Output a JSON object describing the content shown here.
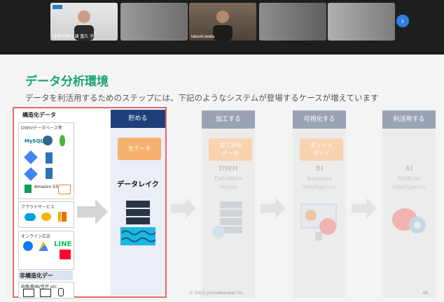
{
  "meeting": {
    "tiles": [
      {
        "name": "技術評論社 諸 富久 子"
      },
      {
        "name": ""
      },
      {
        "name": "takumi.iwata"
      },
      {
        "name": ""
      },
      {
        "name": ""
      }
    ],
    "next_label": "›"
  },
  "slide": {
    "title": "データ分析環境",
    "subtitle": "データを利活用するためのステップには、下記のようなシステムが登場するケースが増えています",
    "sources": {
      "structured_label": "構造化データ",
      "db_label": "DWH/データベース等",
      "cloud_label": "クラウドサービス",
      "ads_label": "オンライン広告",
      "unstructured_label": "非構造化デー",
      "media_label": "画像/動画/音声 etc",
      "mysql": "MySQL",
      "amazon_s3": "Amazon S3",
      "line": "LINE"
    },
    "columns": [
      {
        "head": "貯める",
        "box": "生データ",
        "name": "データレイク",
        "desc": ""
      },
      {
        "head": "加工する",
        "box": "加工済み\nデータ",
        "name": "DWH",
        "desc": "DataWare\nHouse"
      },
      {
        "head": "可視化する",
        "box": "ダッシュ\nボード",
        "name": "BI",
        "desc": "Business\nIntelligence"
      },
      {
        "head": "利活用する",
        "box": "",
        "name": "AI",
        "desc": "Artificial\nIntelligence"
      }
    ],
    "footer": "© 2023 primeNumber Inc.",
    "page_number": "66"
  },
  "colors": {
    "accent_green": "#1aa37a",
    "highlight_red": "#e06b6b",
    "active_header": "#1f3f7a",
    "faded_header": "#9aa3b5",
    "orange": "#f5a25d"
  }
}
